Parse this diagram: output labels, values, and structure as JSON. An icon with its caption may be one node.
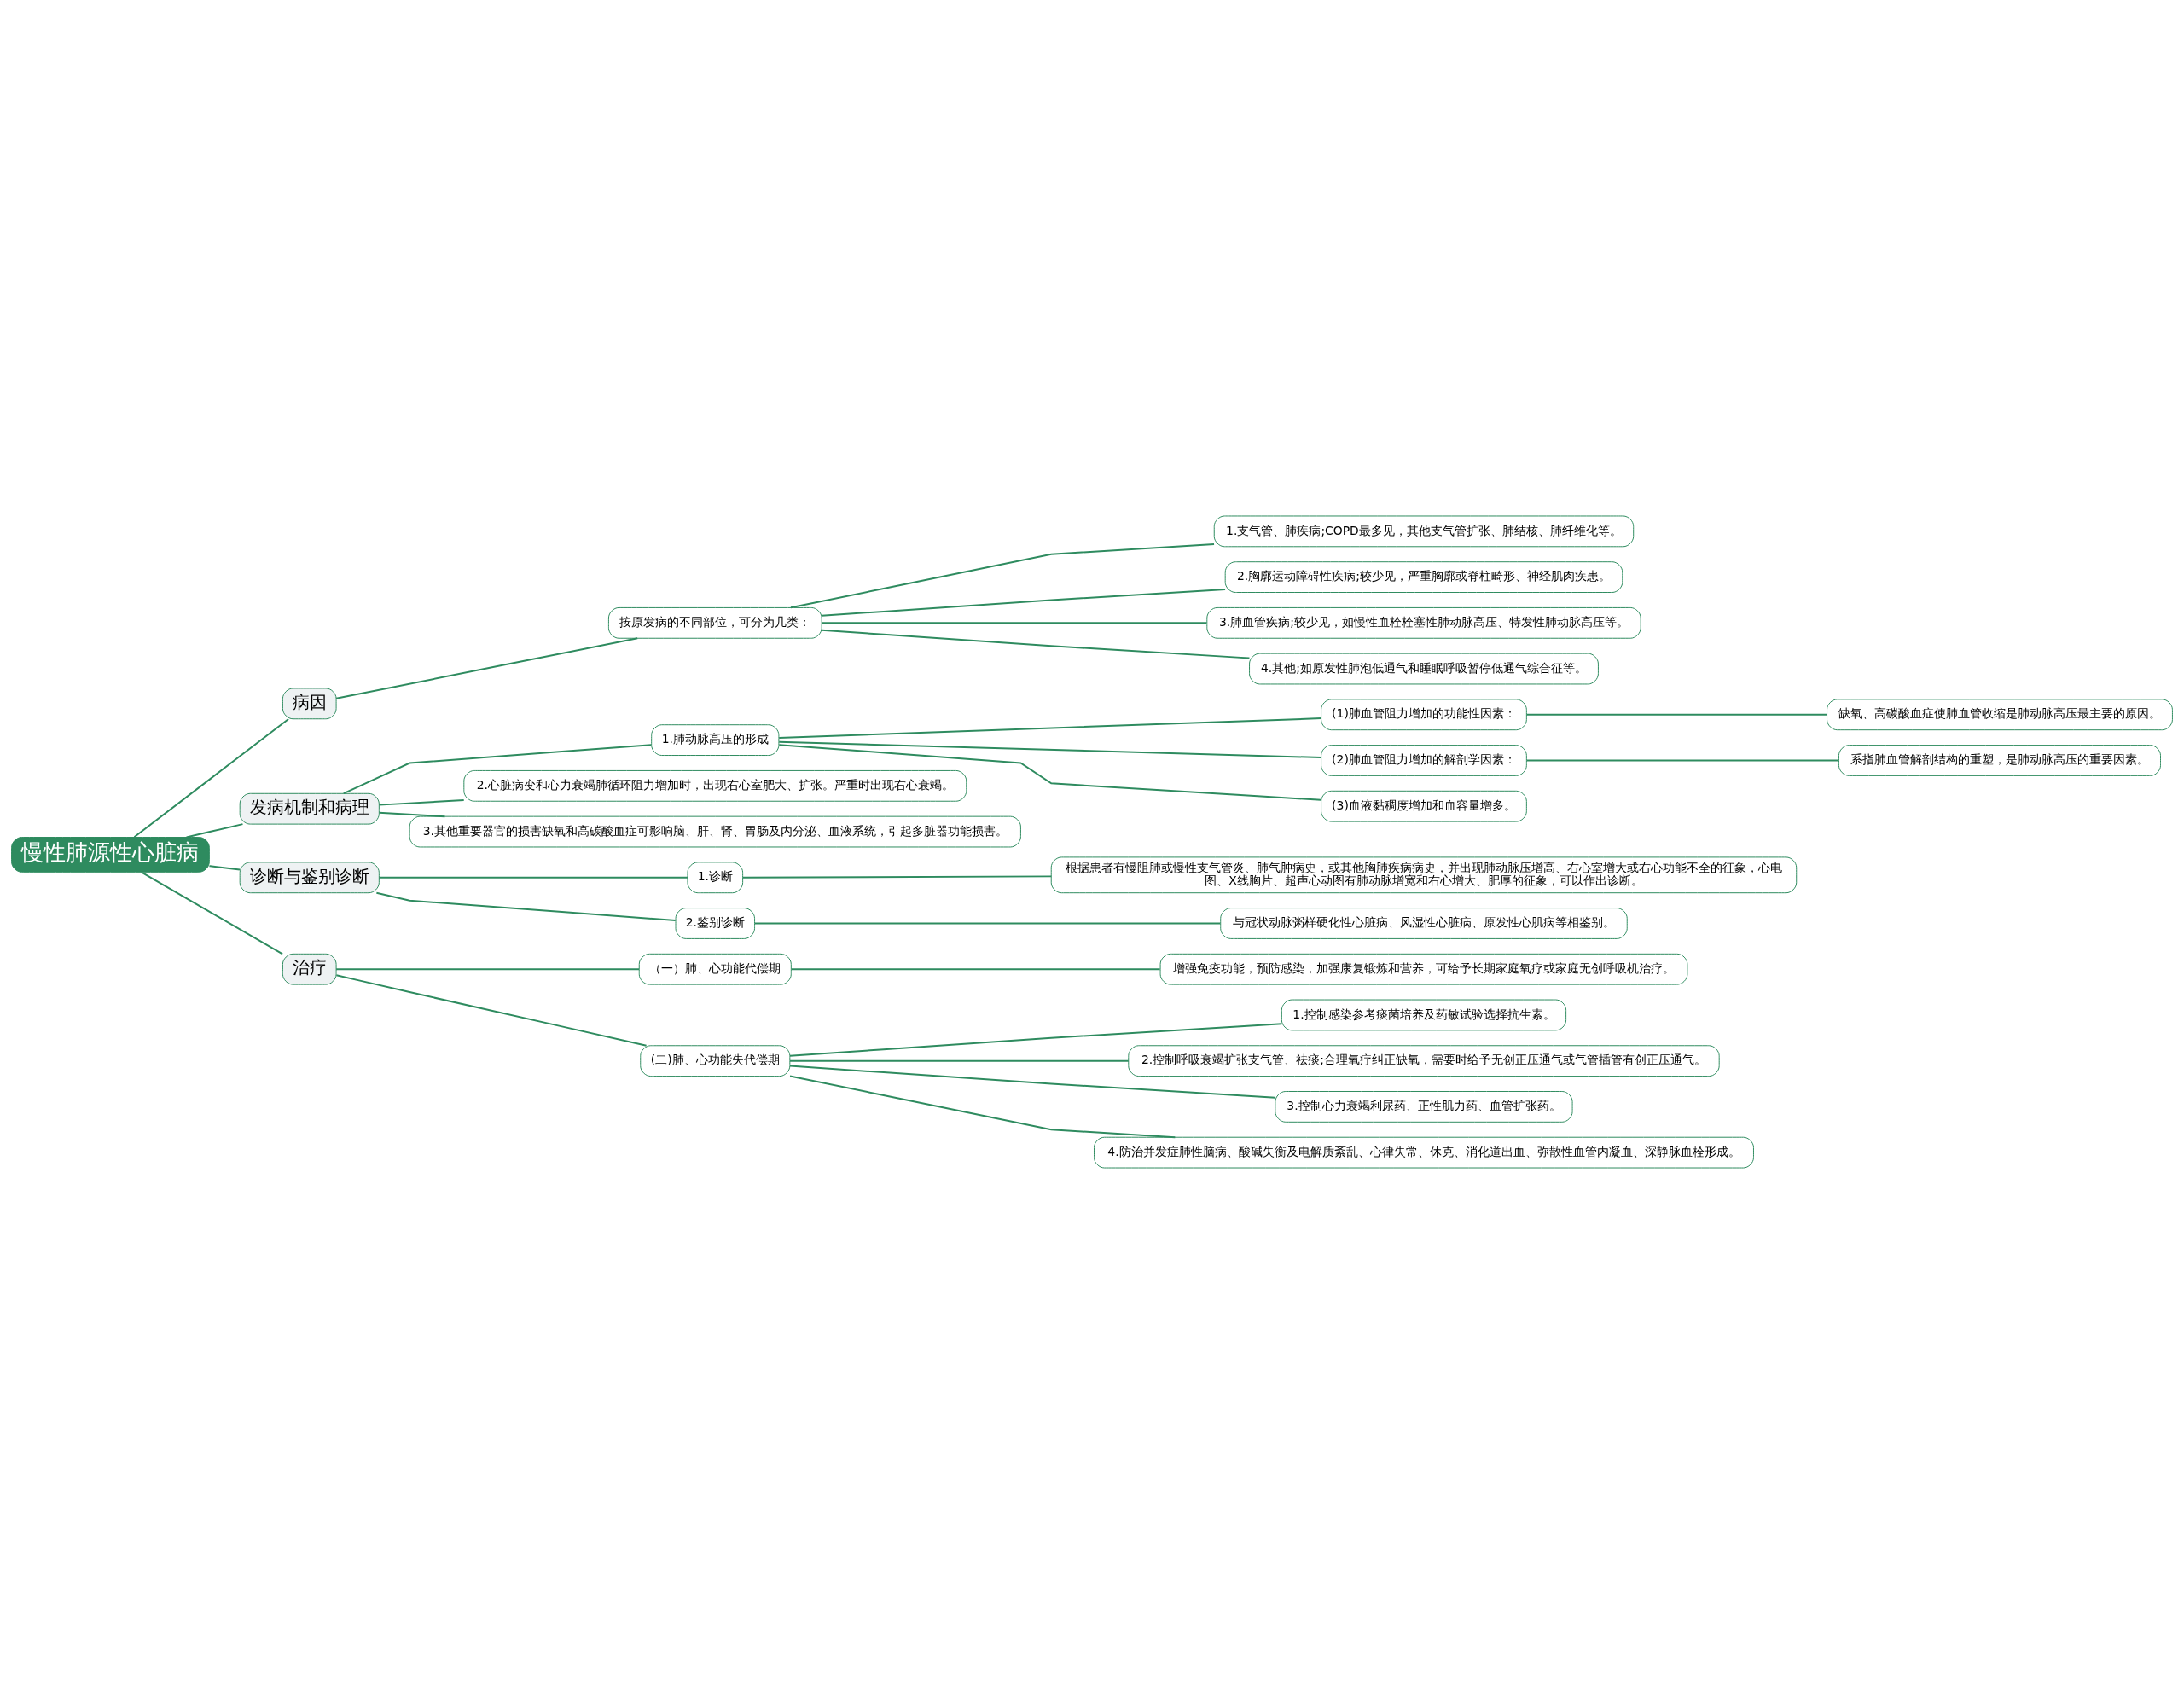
{
  "diagram": {
    "nodes": [
      {
        "text": [
          "慢性肺源性心脏病"
        ]
      },
      {
        "text": [
          "病因"
        ]
      },
      {
        "text": [
          "按原发病的不同部位，可分为几类："
        ]
      },
      {
        "text": [
          "1.支气管、肺疾病;COPD最多见，其他支气管扩张、肺结核、肺纤维化等。"
        ]
      },
      {
        "text": [
          "2.胸廓运动障碍性疾病;较少见，严重胸廓或脊柱畸形、神经肌肉疾患。"
        ]
      },
      {
        "text": [
          "3.肺血管疾病;较少见，如慢性血栓栓塞性肺动脉高压、特发性肺动脉高压等。"
        ]
      },
      {
        "text": [
          "4.其他;如原发性肺泡低通气和睡眠呼吸暂停低通气综合征等。"
        ]
      },
      {
        "text": [
          "发病机制和病理"
        ]
      },
      {
        "text": [
          "1.肺动脉高压的形成"
        ]
      },
      {
        "text": [
          "(1)肺血管阻力增加的功能性因素："
        ]
      },
      {
        "text": [
          "缺氧、高碳酸血症使肺血管收缩是肺动脉高压最主要的原因。"
        ]
      },
      {
        "text": [
          "(2)肺血管阻力增加的解剖学因素："
        ]
      },
      {
        "text": [
          "系指肺血管解剖结构的重塑，是肺动脉高压的重要因素。"
        ]
      },
      {
        "text": [
          "(3)血液黏稠度增加和血容量增多。"
        ]
      },
      {
        "text": [
          "2.心脏病变和心力衰竭肺循环阻力增加时，出现右心室肥大、扩张。严重时出现右心衰竭。"
        ]
      },
      {
        "text": [
          "3.其他重要器官的损害缺氧和高碳酸血症可影响脑、肝、肾、胃肠及内分泌、血液系统，引起多脏器功能损害。"
        ]
      },
      {
        "text": [
          "诊断与鉴别诊断"
        ]
      },
      {
        "text": [
          "1.诊断"
        ]
      },
      {
        "text": [
          "根据患者有慢阻肺或慢性支气管炎、肺气肿病史，或其他胸肺疾病病史，并出现肺动脉压增高、右心室增大或右心功能不全的征象，心电图、X线胸片、超声心动图有肺动脉增宽和右心增大、肥厚的征象，可以作出诊断。"
        ]
      },
      {
        "text": [
          "2.鉴别诊断"
        ]
      },
      {
        "text": [
          "与冠状动脉粥样硬化性心脏病、风湿性心脏病、原发性心肌病等相鉴别。"
        ]
      },
      {
        "text": [
          "治疗"
        ]
      },
      {
        "text": [
          "（一）肺、心功能代偿期"
        ]
      },
      {
        "text": [
          "增强免疫功能，预防感染，加强康复锻炼和营养，可给予长期家庭氧疗或家庭无创呼吸机治疗。"
        ]
      },
      {
        "text": [
          "(二)肺、心功能失代偿期"
        ]
      },
      {
        "text": [
          "1.控制感染参考痰菌培养及药敏试验选择抗生素。"
        ]
      },
      {
        "text": [
          "2.控制呼吸衰竭扩张支气管、祛痰;合理氧疗纠正缺氧，需要时给予无创正压通气或气管插管有创正压通气。"
        ]
      },
      {
        "text": [
          "3.控制心力衰竭利尿药、正性肌力药、血管扩张药。"
        ]
      },
      {
        "text": [
          "4.防治并发症肺性脑病、酸碱失衡及电解质紊乱、心律失常、休克、消化道出血、弥散性血管内凝血、深静脉血栓形成。"
        ]
      }
    ],
    "edges": [
      {
        "from": 0,
        "to": 1,
        "arrow": "none"
      },
      {
        "from": 1,
        "to": 2,
        "arrow": "none"
      },
      {
        "from": 2,
        "to": 3,
        "arrow": "none"
      },
      {
        "from": 2,
        "to": 4,
        "arrow": "none"
      },
      {
        "from": 2,
        "to": 5,
        "arrow": "none"
      },
      {
        "from": 2,
        "to": 6,
        "arrow": "none"
      },
      {
        "from": 0,
        "to": 7,
        "arrow": "none"
      },
      {
        "from": 7,
        "to": 8,
        "arrow": "none"
      },
      {
        "from": 8,
        "to": 9,
        "arrow": "none"
      },
      {
        "from": 9,
        "to": 10,
        "arrow": "none"
      },
      {
        "from": 8,
        "to": 11,
        "arrow": "none"
      },
      {
        "from": 11,
        "to": 12,
        "arrow": "none"
      },
      {
        "from": 8,
        "to": 13,
        "arrow": "none"
      },
      {
        "from": 7,
        "to": 14,
        "arrow": "none"
      },
      {
        "from": 7,
        "to": 15,
        "arrow": "none"
      },
      {
        "from": 0,
        "to": 16,
        "arrow": "none"
      },
      {
        "from": 16,
        "to": 17,
        "arrow": "none"
      },
      {
        "from": 17,
        "to": 18,
        "arrow": "none"
      },
      {
        "from": 16,
        "to": 19,
        "arrow": "none"
      },
      {
        "from": 19,
        "to": 20,
        "arrow": "none"
      },
      {
        "from": 0,
        "to": 21,
        "arrow": "none"
      },
      {
        "from": 21,
        "to": 22,
        "arrow": "none"
      },
      {
        "from": 22,
        "to": 23,
        "arrow": "none"
      },
      {
        "from": 21,
        "to": 24,
        "arrow": "none"
      },
      {
        "from": 24,
        "to": 25,
        "arrow": "none"
      },
      {
        "from": 24,
        "to": 26,
        "arrow": "none"
      },
      {
        "from": 24,
        "to": 27,
        "arrow": "none"
      },
      {
        "from": 24,
        "to": 28,
        "arrow": "none"
      }
    ]
  }
}
